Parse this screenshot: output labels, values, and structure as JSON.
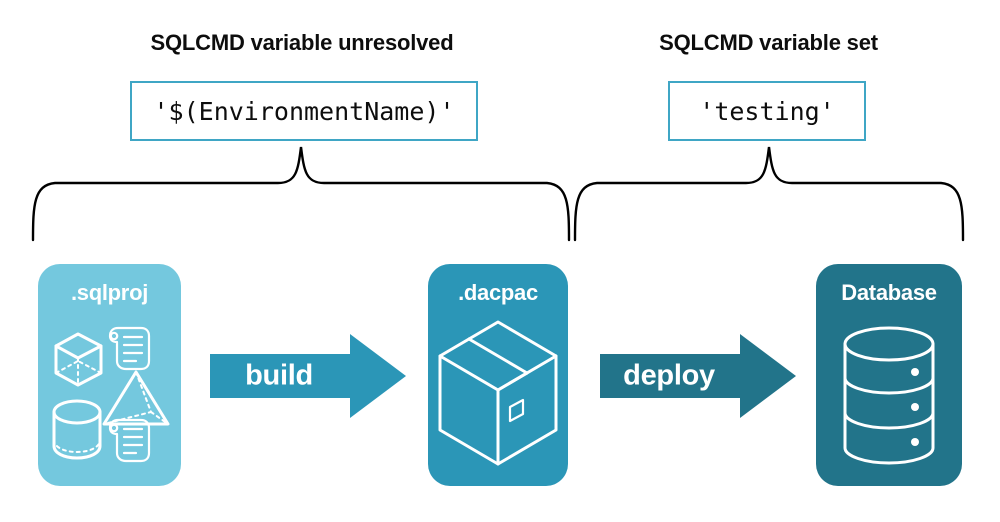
{
  "diagram": {
    "title_left": "SQLCMD variable unresolved",
    "title_right": "SQLCMD variable set",
    "code_left": "'$(EnvironmentName)'",
    "code_right": "'testing'",
    "colors": {
      "sqlproj": "#74c8de",
      "dacpac": "#2b96b7",
      "database": "#22748a",
      "arrow_build": "#2b96b7",
      "arrow_deploy": "#22748a",
      "codebox_border": "#3fa6c5",
      "brace": "#000000",
      "text_dark": "#0d0d0d",
      "text_light": "#ffffff"
    },
    "stages": [
      {
        "id": "sqlproj",
        "label": ".sqlproj",
        "icons": [
          "cube-icon",
          "scroll-icon",
          "pyramid-icon",
          "cylinder-icon",
          "scroll-icon"
        ]
      },
      {
        "id": "dacpac",
        "label": ".dacpac",
        "icons": [
          "package-box-icon"
        ]
      },
      {
        "id": "database",
        "label": "Database",
        "icons": [
          "database-stack-icon"
        ]
      }
    ],
    "arrows": [
      {
        "id": "build",
        "label": "build"
      },
      {
        "id": "deploy",
        "label": "deploy"
      }
    ],
    "braces": [
      {
        "id": "brace-left",
        "spans": [
          "sqlproj",
          "build",
          "dacpac"
        ]
      },
      {
        "id": "brace-right",
        "spans": [
          "dacpac",
          "deploy",
          "database"
        ]
      }
    ]
  }
}
